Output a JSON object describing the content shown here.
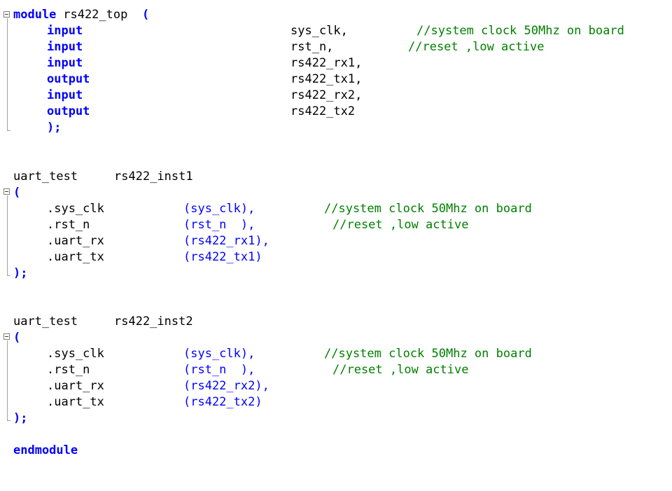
{
  "colors": {
    "keyword": "#0000ff",
    "comment": "#008000",
    "text": "#000000",
    "background": "#ffffff",
    "fold_marker": "#808080"
  },
  "code": {
    "module_decl": {
      "keyword": "module",
      "name": " rs422_top",
      "paren": "("
    },
    "ports": [
      {
        "dir": "input",
        "name": "sys_clk,",
        "comment": "//system clock 50Mhz on board"
      },
      {
        "dir": "input",
        "name": "rst_n,",
        "comment": "//reset ,low active"
      },
      {
        "dir": "input",
        "name": "rs422_rx1,",
        "comment": ""
      },
      {
        "dir": "output",
        "name": "rs422_tx1,",
        "comment": ""
      },
      {
        "dir": "input",
        "name": "rs422_rx2,",
        "comment": ""
      },
      {
        "dir": "output",
        "name": "rs422_tx2",
        "comment": ""
      }
    ],
    "module_close": ");",
    "instances": [
      {
        "type": "uart_test",
        "name": "rs422_inst1",
        "open": "(",
        "connections": [
          {
            "port": ".sys_clk",
            "signal": "(sys_clk),",
            "comment": "//system clock 50Mhz on board"
          },
          {
            "port": ".rst_n",
            "signal": "(rst_n  ),",
            "comment": "//reset ,low active"
          },
          {
            "port": ".uart_rx",
            "signal": "(rs422_rx1),",
            "comment": ""
          },
          {
            "port": ".uart_tx",
            "signal": "(rs422_tx1)",
            "comment": ""
          }
        ],
        "close": ");"
      },
      {
        "type": "uart_test",
        "name": "rs422_inst2",
        "open": "(",
        "connections": [
          {
            "port": ".sys_clk",
            "signal": "(sys_clk),",
            "comment": "//system clock 50Mhz on board"
          },
          {
            "port": ".rst_n",
            "signal": "(rst_n  ),",
            "comment": "//reset ,low active"
          },
          {
            "port": ".uart_rx",
            "signal": "(rs422_rx2),",
            "comment": ""
          },
          {
            "port": ".uart_tx",
            "signal": "(rs422_tx2)",
            "comment": ""
          }
        ],
        "close": ");"
      }
    ],
    "endmodule": "endmodule"
  }
}
